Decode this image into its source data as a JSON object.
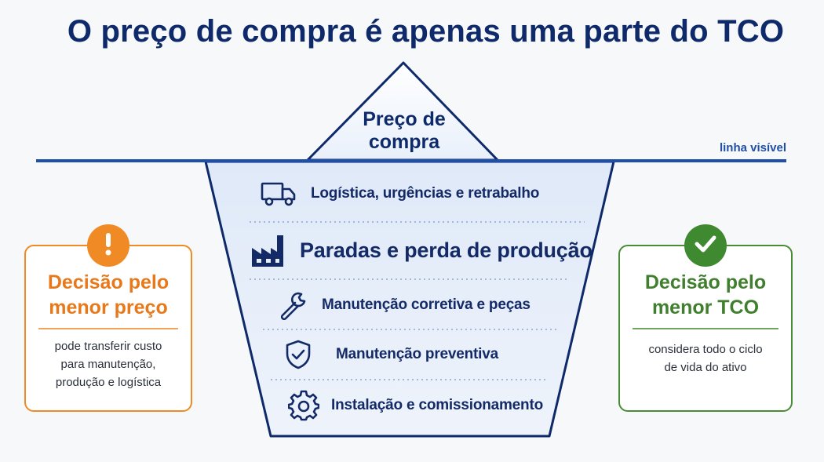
{
  "title": "O preço de compra é apenas uma parte do TCO",
  "iceberg": {
    "tip_label_line1": "Preço de",
    "tip_label_line2": "compra",
    "visible_line_label": "linha visível",
    "layers": [
      {
        "label": "Logística, urgências e retrabalho",
        "icon": "truck-icon",
        "emphasis": false
      },
      {
        "label": "Paradas e perda de produção",
        "icon": "factory-icon",
        "emphasis": true
      },
      {
        "label": "Manutenção corretiva e peças",
        "icon": "wrench-icon",
        "emphasis": false
      },
      {
        "label": "Manutenção preventiva",
        "icon": "shield-check-icon",
        "emphasis": false
      },
      {
        "label": "Instalação e comissionamento",
        "icon": "gear-icon",
        "emphasis": false
      }
    ]
  },
  "left_card": {
    "badge_icon": "exclamation-icon",
    "title_line1": "Decisão pelo",
    "title_line2": "menor preço",
    "body_line1": "pode transferir custo",
    "body_line2": "para manutenção,",
    "body_line3": "produção e logística",
    "accent_color": "#f08a24"
  },
  "right_card": {
    "badge_icon": "checkmark-icon",
    "title_line1": "Decisão pelo",
    "title_line2": "menor TCO",
    "body_line1": "considera todo o ciclo",
    "body_line2": "de vida do ativo",
    "accent_color": "#3f8a30"
  },
  "colors": {
    "navy": "#0e2a6a",
    "waterline": "#1f4fa8",
    "iceberg_fill": "#e6effa"
  }
}
